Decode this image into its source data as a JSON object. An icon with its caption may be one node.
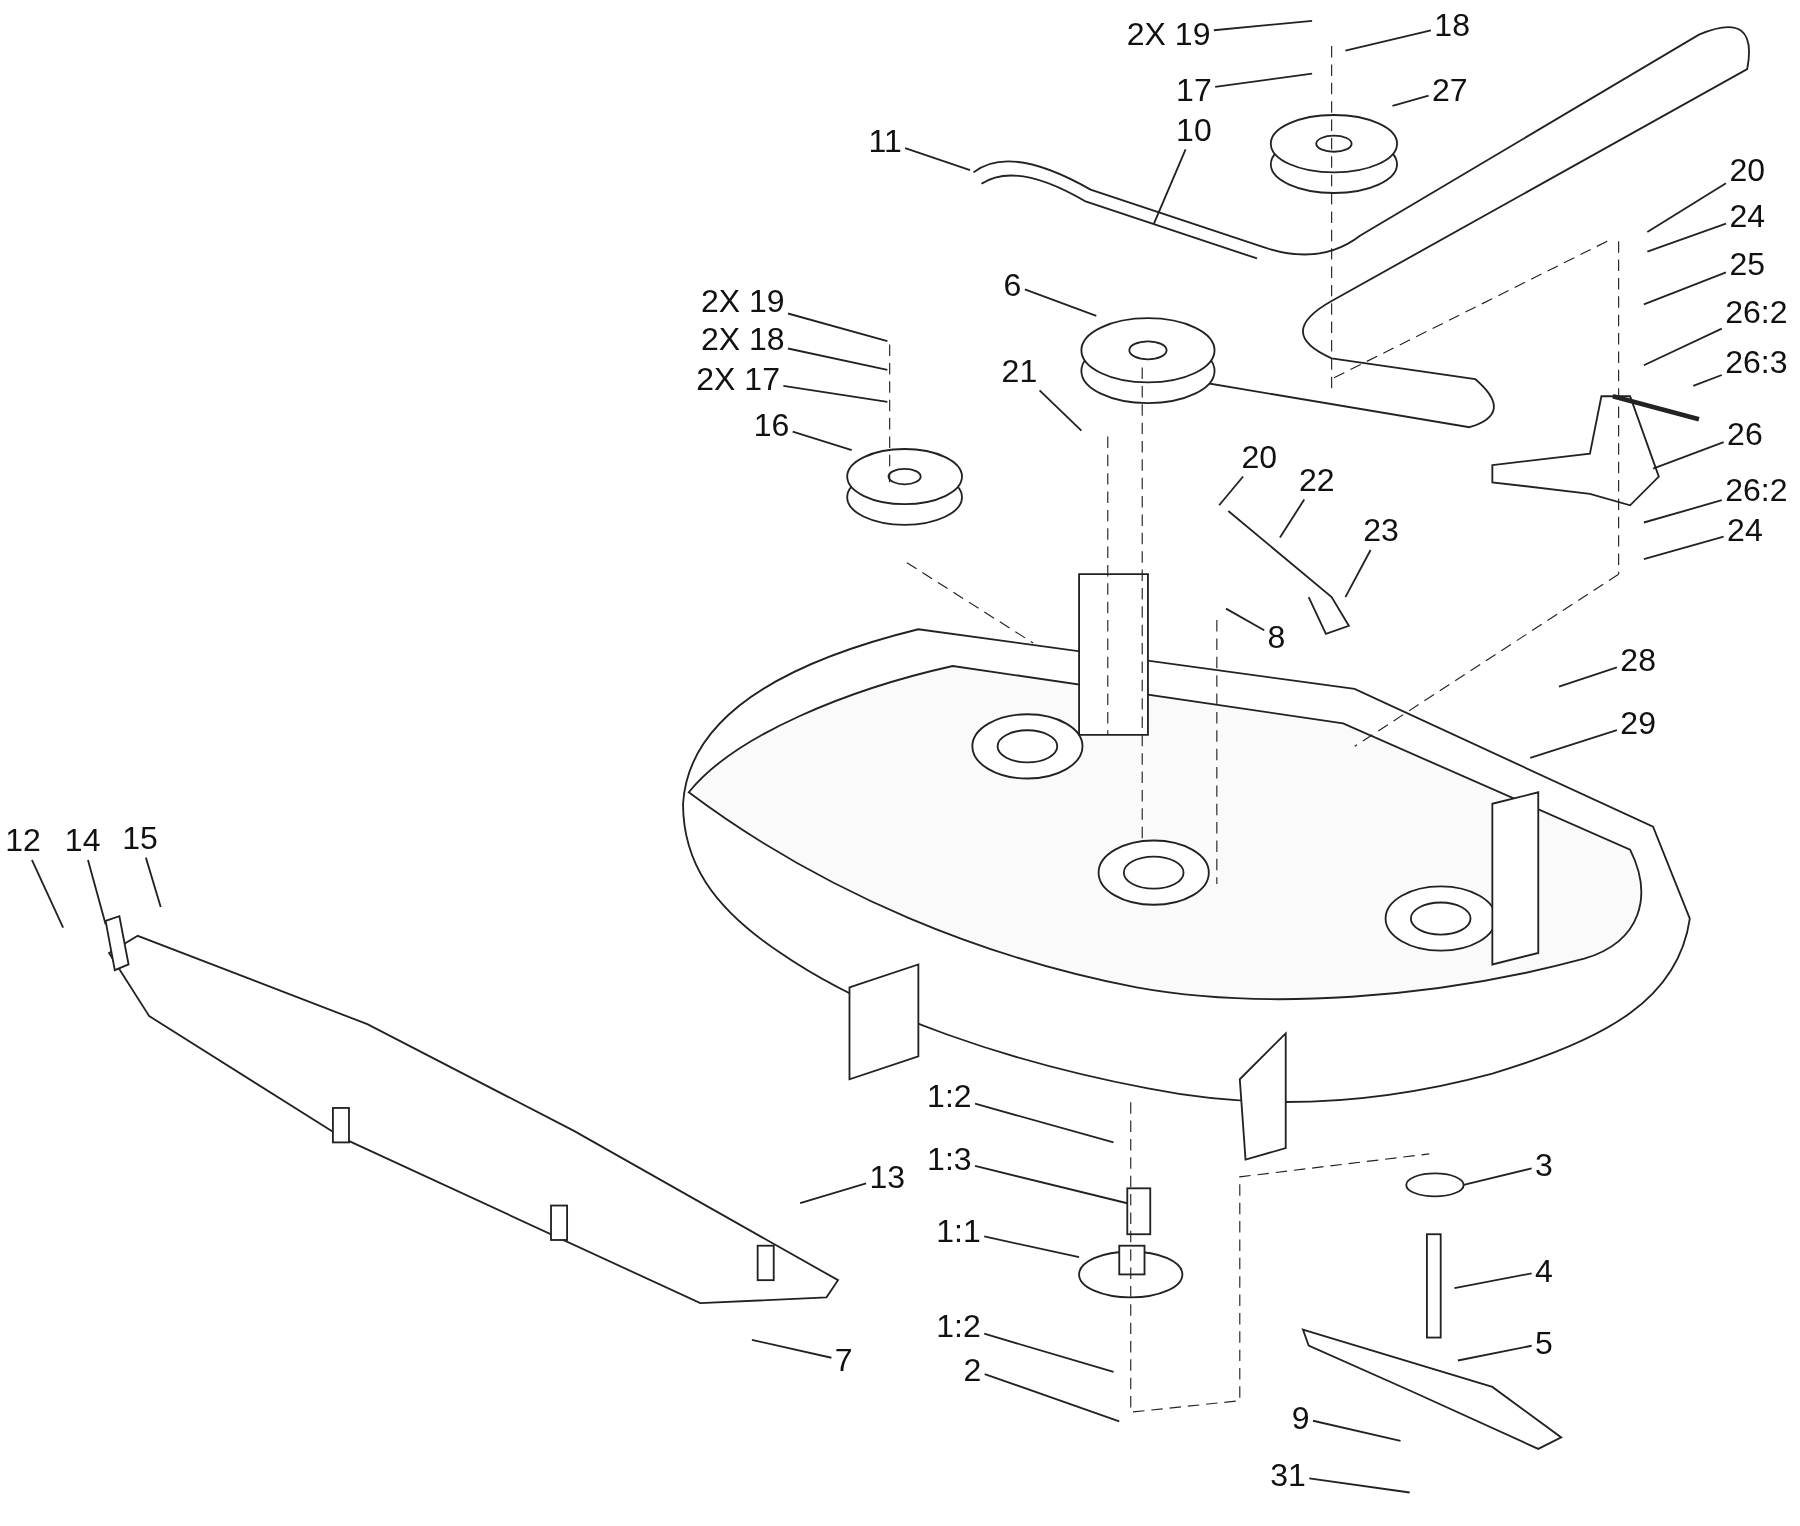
{
  "diagram": {
    "nodes": [
      {
        "text": [
          "2X 19"
        ]
      },
      {
        "text": [
          "18"
        ]
      },
      {
        "text": [
          "17"
        ]
      },
      {
        "text": [
          "27"
        ]
      },
      {
        "text": [
          "11"
        ]
      },
      {
        "text": [
          "10"
        ]
      },
      {
        "text": [
          "20"
        ]
      },
      {
        "text": [
          "24"
        ]
      },
      {
        "text": [
          "25"
        ]
      },
      {
        "text": [
          "6"
        ]
      },
      {
        "text": [
          "2X 19"
        ]
      },
      {
        "text": [
          "26:2"
        ]
      },
      {
        "text": [
          "2X 18"
        ]
      },
      {
        "text": [
          "26:3"
        ]
      },
      {
        "text": [
          "2X 17"
        ]
      },
      {
        "text": [
          "21"
        ]
      },
      {
        "text": [
          "16"
        ]
      },
      {
        "text": [
          "26"
        ]
      },
      {
        "text": [
          "20"
        ]
      },
      {
        "text": [
          "22"
        ]
      },
      {
        "text": [
          "26:2"
        ]
      },
      {
        "text": [
          "23"
        ]
      },
      {
        "text": [
          "24"
        ]
      },
      {
        "text": [
          "8"
        ]
      },
      {
        "text": [
          "28"
        ]
      },
      {
        "text": [
          "29"
        ]
      },
      {
        "text": [
          "12"
        ]
      },
      {
        "text": [
          "14"
        ]
      },
      {
        "text": [
          "15"
        ]
      },
      {
        "text": [
          "1:2"
        ]
      },
      {
        "text": [
          "1:3"
        ]
      },
      {
        "text": [
          "3"
        ]
      },
      {
        "text": [
          "13"
        ]
      },
      {
        "text": [
          "1:1"
        ]
      },
      {
        "text": [
          "4"
        ]
      },
      {
        "text": [
          "5"
        ]
      },
      {
        "text": [
          "1:2"
        ]
      },
      {
        "text": [
          "7"
        ]
      },
      {
        "text": [
          "2"
        ]
      },
      {
        "text": [
          "9"
        ]
      },
      {
        "text": [
          "31"
        ]
      }
    ],
    "edges": [
      {
        "from": 0,
        "to": null,
        "arrow": "none"
      },
      {
        "from": 1,
        "to": null,
        "arrow": "none"
      },
      {
        "from": 2,
        "to": null,
        "arrow": "none"
      },
      {
        "from": 3,
        "to": null,
        "arrow": "none"
      },
      {
        "from": 4,
        "to": null,
        "arrow": "none"
      },
      {
        "from": 5,
        "to": null,
        "arrow": "none"
      },
      {
        "from": 6,
        "to": null,
        "arrow": "none"
      },
      {
        "from": 7,
        "to": null,
        "arrow": "none"
      },
      {
        "from": 8,
        "to": null,
        "arrow": "none"
      },
      {
        "from": 9,
        "to": null,
        "arrow": "none"
      },
      {
        "from": 10,
        "to": null,
        "arrow": "none"
      },
      {
        "from": 11,
        "to": null,
        "arrow": "none"
      },
      {
        "from": 12,
        "to": null,
        "arrow": "none"
      },
      {
        "from": 13,
        "to": null,
        "arrow": "none"
      },
      {
        "from": 14,
        "to": null,
        "arrow": "none"
      },
      {
        "from": 15,
        "to": null,
        "arrow": "none"
      },
      {
        "from": 16,
        "to": null,
        "arrow": "none"
      },
      {
        "from": 17,
        "to": null,
        "arrow": "none"
      },
      {
        "from": 18,
        "to": null,
        "arrow": "none"
      },
      {
        "from": 19,
        "to": null,
        "arrow": "none"
      },
      {
        "from": 20,
        "to": null,
        "arrow": "none"
      },
      {
        "from": 21,
        "to": null,
        "arrow": "none"
      },
      {
        "from": 22,
        "to": null,
        "arrow": "none"
      },
      {
        "from": 23,
        "to": null,
        "arrow": "none"
      },
      {
        "from": 24,
        "to": null,
        "arrow": "none"
      },
      {
        "from": 25,
        "to": null,
        "arrow": "none"
      },
      {
        "from": 26,
        "to": null,
        "arrow": "none"
      },
      {
        "from": 27,
        "to": null,
        "arrow": "none"
      },
      {
        "from": 28,
        "to": null,
        "arrow": "none"
      },
      {
        "from": 29,
        "to": null,
        "arrow": "none"
      },
      {
        "from": 30,
        "to": null,
        "arrow": "none"
      },
      {
        "from": 31,
        "to": null,
        "arrow": "none"
      },
      {
        "from": 32,
        "to": null,
        "arrow": "none"
      },
      {
        "from": 33,
        "to": null,
        "arrow": "none"
      },
      {
        "from": 34,
        "to": null,
        "arrow": "none"
      },
      {
        "from": 35,
        "to": null,
        "arrow": "none"
      },
      {
        "from": 36,
        "to": null,
        "arrow": "none"
      },
      {
        "from": 37,
        "to": null,
        "arrow": "none"
      },
      {
        "from": 38,
        "to": null,
        "arrow": "none"
      },
      {
        "from": 39,
        "to": null,
        "arrow": "none"
      },
      {
        "from": 40,
        "to": null,
        "arrow": "none"
      }
    ]
  }
}
